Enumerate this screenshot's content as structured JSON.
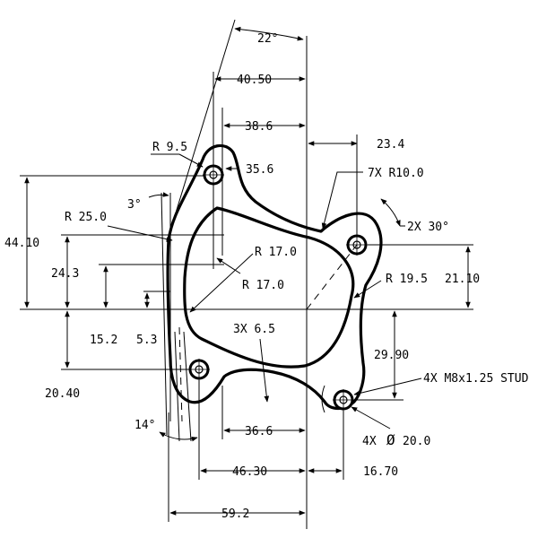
{
  "labels": {
    "angle_22": "22°",
    "dim_40_50": "40.50",
    "dim_38_6": "38.6",
    "r_9_5": "R 9.5",
    "dim_35_6": "35.6",
    "dim_23_4": "23.4",
    "r_10_7x": "7X R10.0",
    "angle_3": "3°",
    "r_25_0": "R 25.0",
    "angle_2x30": "2X 30°",
    "dim_44_10": "44.10",
    "r_17_0_a": "R 17.0",
    "r_17_0_b": "R 17.0",
    "dim_24_3": "24.3",
    "r_19_5": "R 19.5",
    "dim_21_10": "21.10",
    "dim_15_2": "15.2",
    "dim_5_3": "5.3",
    "dim_3x_6_5": "3X 6.5",
    "dim_29_90": "29.90",
    "dim_20_40": "20.40",
    "stud_callout": "4X M8x1.25 STUD",
    "angle_14": "14°",
    "dim_36_6": "36.6",
    "dia_prefix": "4X",
    "dia_symbol": "Ø",
    "dia_value": "20.0",
    "dim_46_30": "46.30",
    "dim_16_70": "16.70",
    "dim_59_2": "59.2"
  }
}
